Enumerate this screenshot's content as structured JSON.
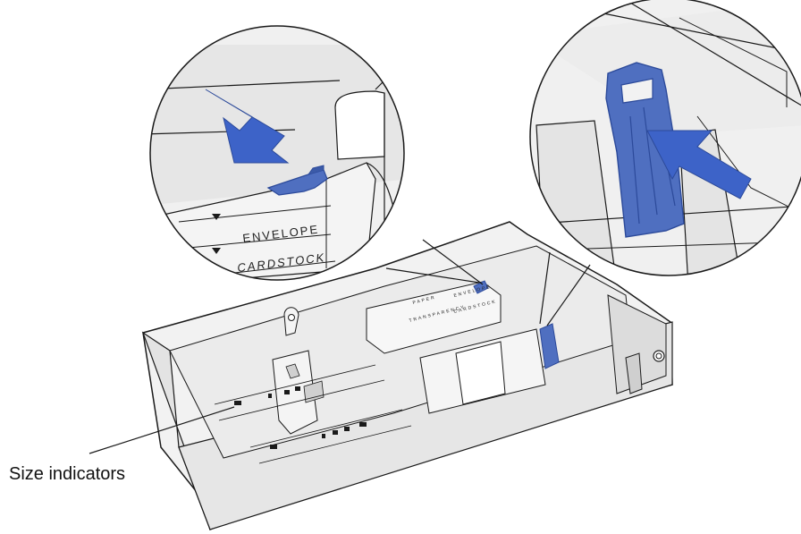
{
  "callout": {
    "label": "Size indicators"
  },
  "zoom_left": {
    "labels": [
      "ENVELOPE",
      "CARDSTOCK"
    ]
  },
  "tray_small_labels": [
    "PAPER",
    "ENVELOPE",
    "TRANSPARENCY",
    "CARDSTOCK"
  ],
  "colors": {
    "tray_fill": "#f2f2f2",
    "tray_shade": "#d9d9d9",
    "outline": "#1a1a1a",
    "accent_blue": "#4f6fc0",
    "accent_blue_dark": "#2c4a9a",
    "arrow_blue": "#3d63c8"
  },
  "icons": [
    "down-arrow-icon",
    "left-arrow-icon"
  ]
}
